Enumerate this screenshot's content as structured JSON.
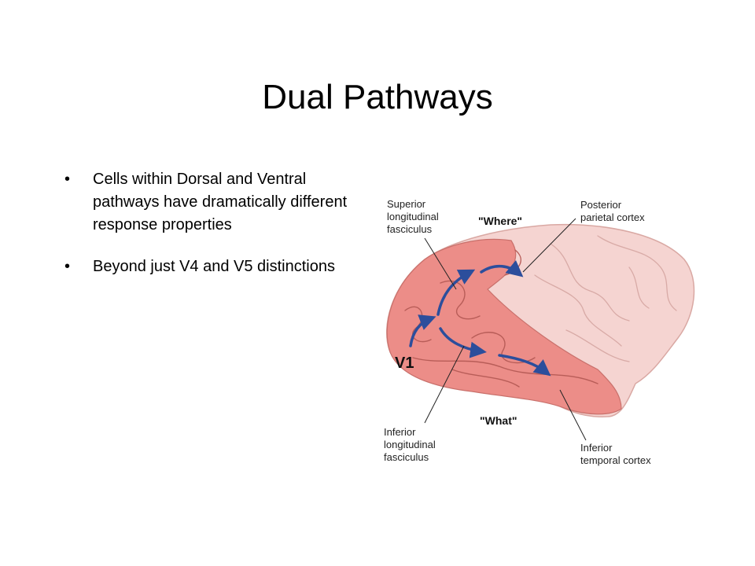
{
  "slide": {
    "title": "Dual Pathways",
    "bullets": [
      {
        "text": "Cells within Dorsal and Ventral pathways have dramatically different response properties"
      },
      {
        "text": "Beyond just V4 and V5 distinctions"
      }
    ],
    "bullet_glyph": "•"
  },
  "figure": {
    "labels": {
      "superior_lf": [
        "Superior",
        "longitudinal",
        "fasciculus"
      ],
      "where": "\"Where\"",
      "posterior_parietal": [
        "Posterior",
        "parietal cortex"
      ],
      "v1": "V1",
      "what": "\"What\"",
      "inferior_lf": [
        "Inferior",
        "longitudinal",
        "fasciculus"
      ],
      "inferior_temporal": [
        "Inferior",
        "temporal cortex"
      ]
    },
    "colors": {
      "visual_cortex": "#ec8d88",
      "brain_rest": "#f5d4d1",
      "sulcus": "#b85d58",
      "arrow": "#2c4e9c"
    }
  }
}
